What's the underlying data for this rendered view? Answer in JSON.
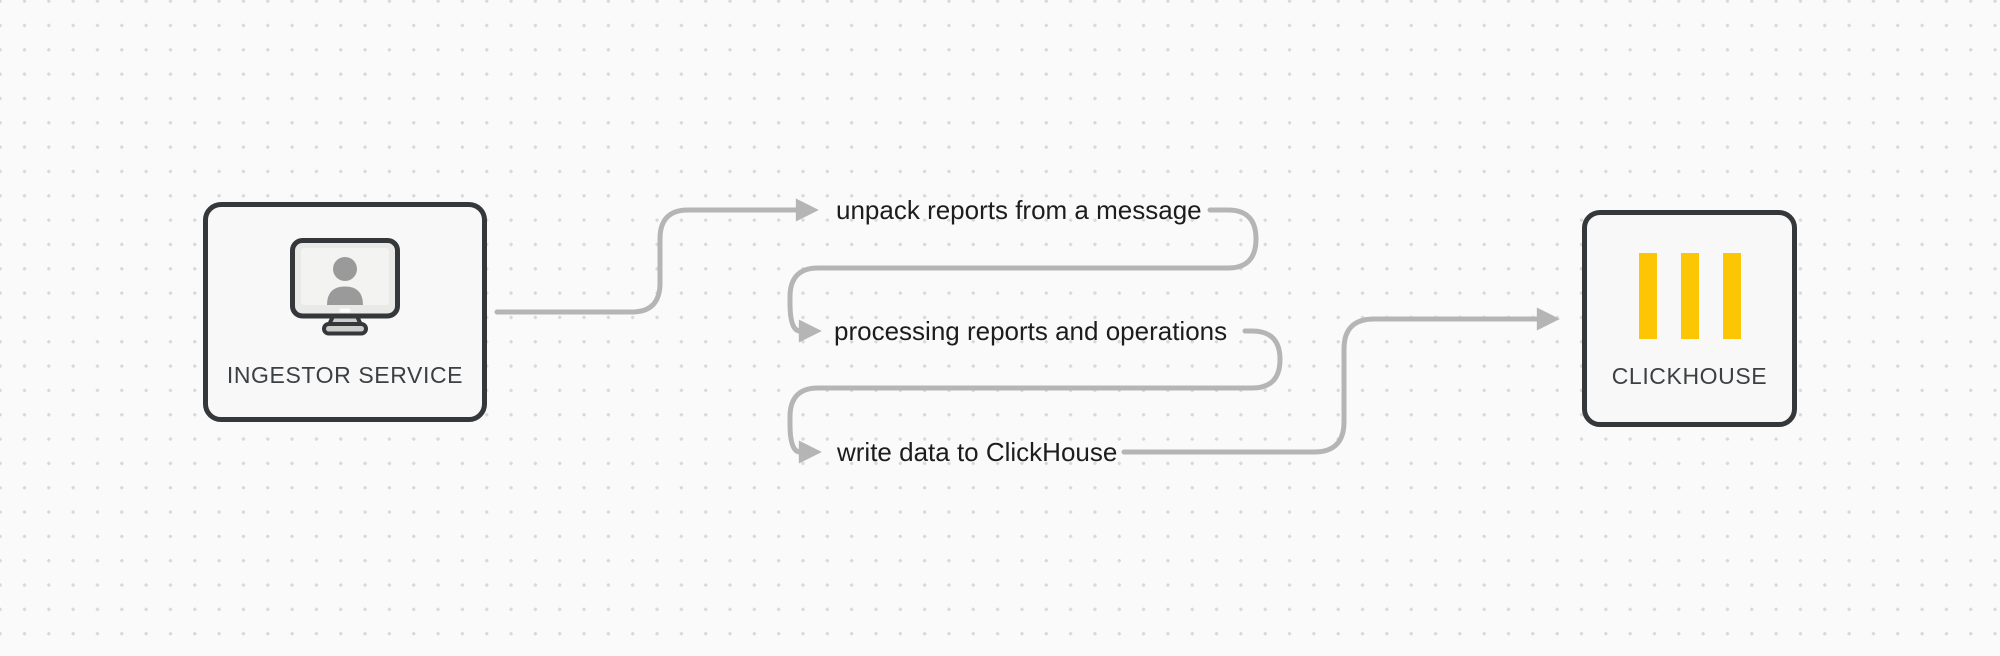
{
  "nodes": {
    "ingestor": {
      "label": "INGESTOR SERVICE",
      "icon": "monitor-user-icon"
    },
    "clickhouse": {
      "label": "CLICKHOUSE",
      "icon": "clickhouse-bars-icon"
    }
  },
  "steps": [
    {
      "label": "unpack reports from a message"
    },
    {
      "label": "processing reports and operations"
    },
    {
      "label": "write data to ClickHouse"
    }
  ],
  "flow": {
    "from": "INGESTOR SERVICE",
    "to": "CLICKHOUSE",
    "sequence": [
      "unpack reports from a message",
      "processing reports and operations",
      "write data to ClickHouse"
    ]
  },
  "colors": {
    "background": "#fafafa",
    "grid_dot": "#d9d9d9",
    "node_fill": "#f7f8f7",
    "node_border": "#35383a",
    "connector": "#b5b5b5",
    "step_text": "#1d1d1f",
    "node_label_text": "#3d4043",
    "clickhouse_yellow": "#fdc605",
    "icon_silhouette": "#9a9a9a"
  }
}
